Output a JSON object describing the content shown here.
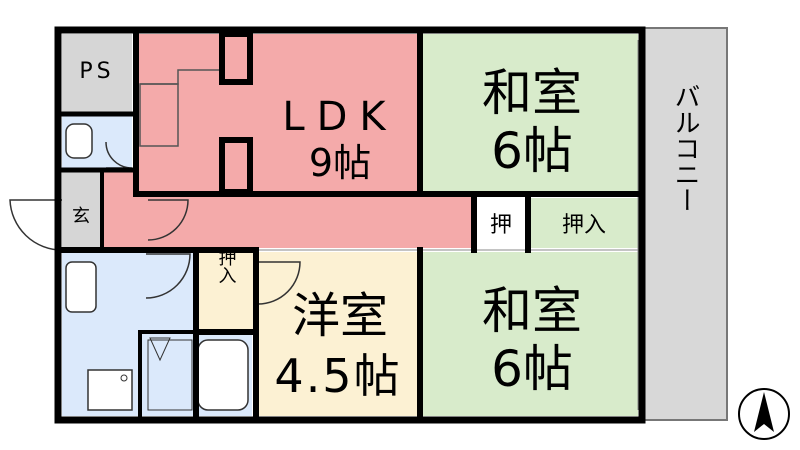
{
  "rooms": {
    "ps": "PS",
    "ldk_name": "LDK",
    "ldk_size": "9帖",
    "washitsu1_name": "和室",
    "washitsu1_size": "6帖",
    "balcony": "バルコニー",
    "closet_small": "押",
    "oshiire_right": "押入",
    "entrance": "玄",
    "oshiire_left": "押入",
    "yoshitsu_name": "洋室",
    "yoshitsu_size": "4.5帖",
    "washitsu2_name": "和室",
    "washitsu2_size": "6帖"
  },
  "colors": {
    "ldk": "#f4aaaa",
    "washitsu": "#d8ebcb",
    "yoshitsu": "#fcf1d3",
    "bath": "#dbe9fb",
    "balcony": "#d8d8d8",
    "ps": "#d6d6d6",
    "wall": "#000000"
  }
}
